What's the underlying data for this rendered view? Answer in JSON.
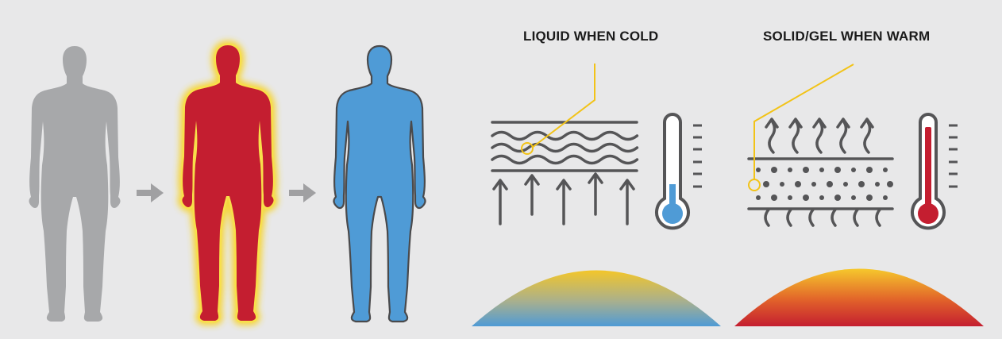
{
  "labels": {
    "cold": "LIQUID WHEN COLD",
    "warm": "SOLID/GEL WHEN WARM"
  },
  "colors": {
    "background": "#e8e8e9",
    "neutral_body": "#a7a8aa",
    "hot_body": "#c41e30",
    "glow": "#f6d42f",
    "cool_body": "#4f9bd6",
    "outline": "#4a4a4c",
    "arrow": "#a0a0a2",
    "line_art": "#555557",
    "callout": "#f2c318",
    "warm_fill": "#c41e30",
    "cold_fill": "#4f9bd6"
  },
  "figures": [
    "neutral-body",
    "hot-body",
    "cool-body"
  ],
  "icons": [
    "arrow-right-icon",
    "thermometer-cold-icon",
    "thermometer-warm-icon",
    "heat-arrows-icon",
    "steam-icon"
  ]
}
